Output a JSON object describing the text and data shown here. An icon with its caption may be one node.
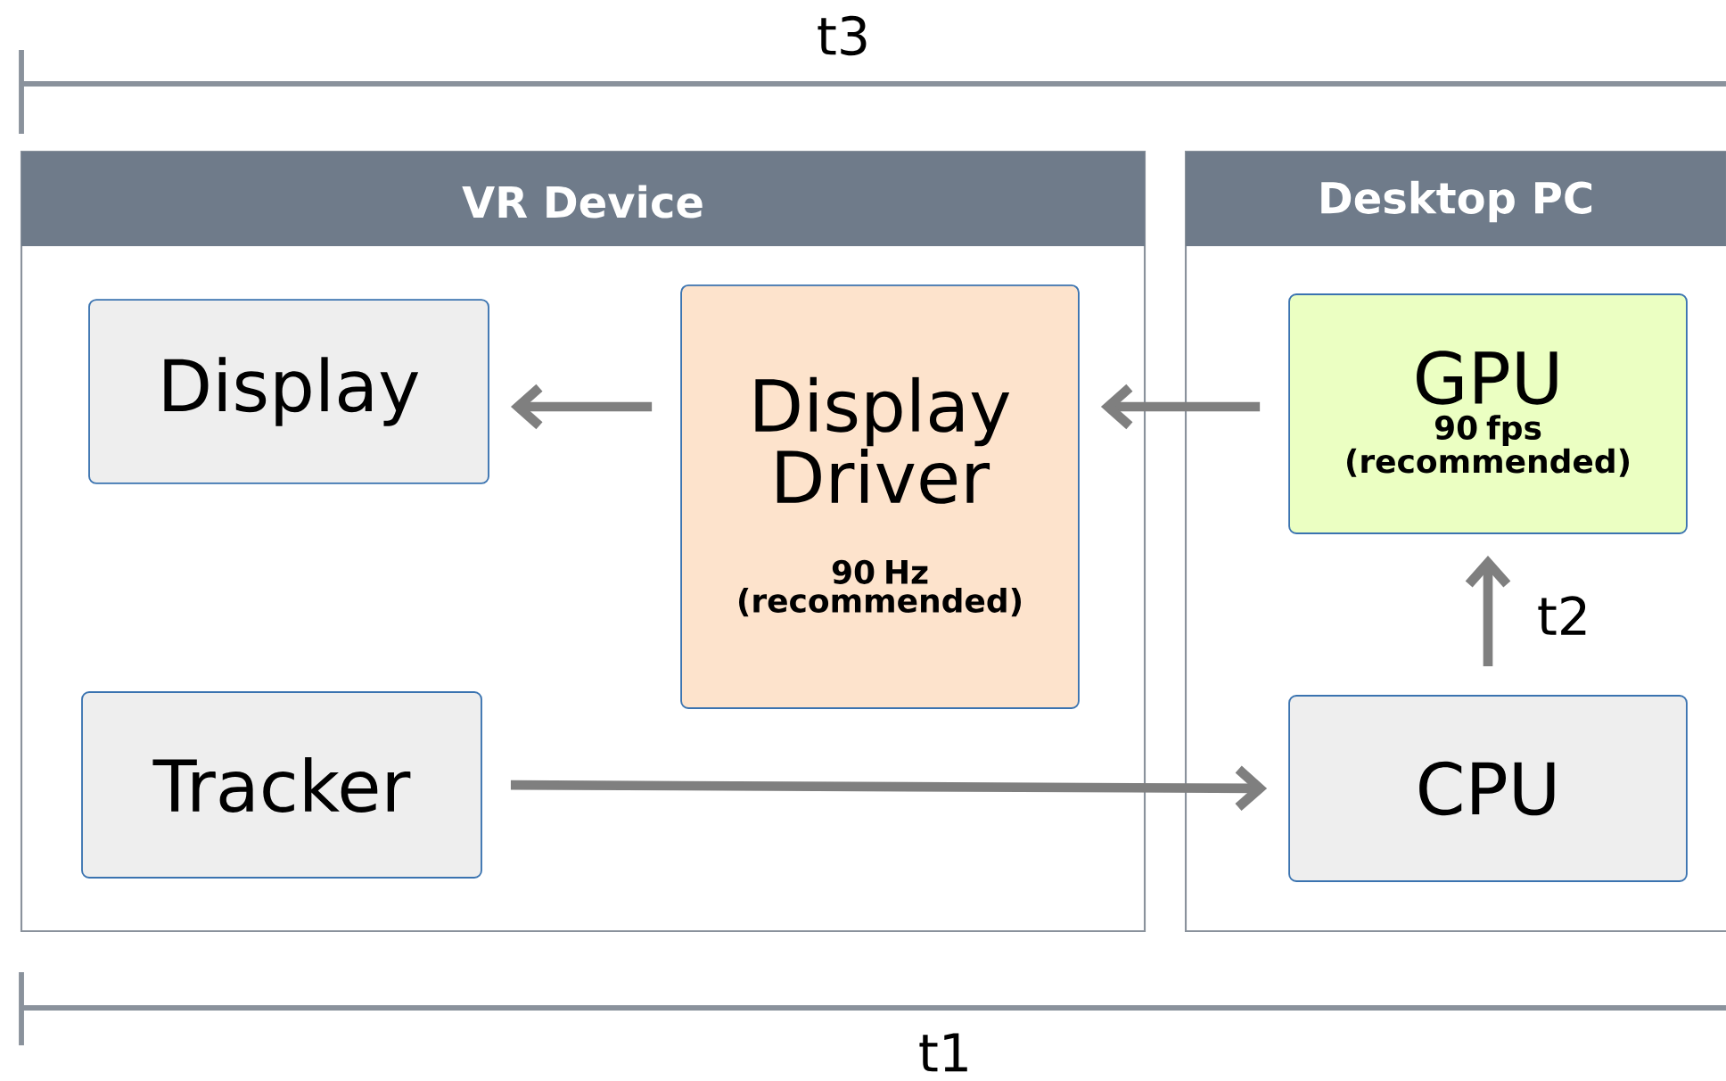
{
  "diagram": {
    "nodes": [
      {
        "text": [
          "VR Device"
        ]
      },
      {
        "text": [
          "Display"
        ],
        "in": 0
      },
      {
        "text": [
          "Display Driver",
          "90 Hz (recommended)"
        ],
        "in": 0
      },
      {
        "text": [
          "Tracker"
        ],
        "in": 0
      },
      {
        "text": [
          "Desktop PC"
        ]
      },
      {
        "text": [
          "GPU",
          "90 fps (recommended)"
        ],
        "in": 4
      },
      {
        "text": [
          "CPU"
        ],
        "in": 4
      }
    ],
    "edges": [
      {
        "from": 2,
        "to": 1,
        "arrow": "to"
      },
      {
        "from": 5,
        "to": 2,
        "arrow": "to"
      },
      {
        "from": 3,
        "to": 6,
        "arrow": "to"
      },
      {
        "from": 6,
        "to": 5,
        "arrow": "to",
        "label": "t2"
      }
    ],
    "labels": [
      "t3",
      "t1"
    ]
  }
}
